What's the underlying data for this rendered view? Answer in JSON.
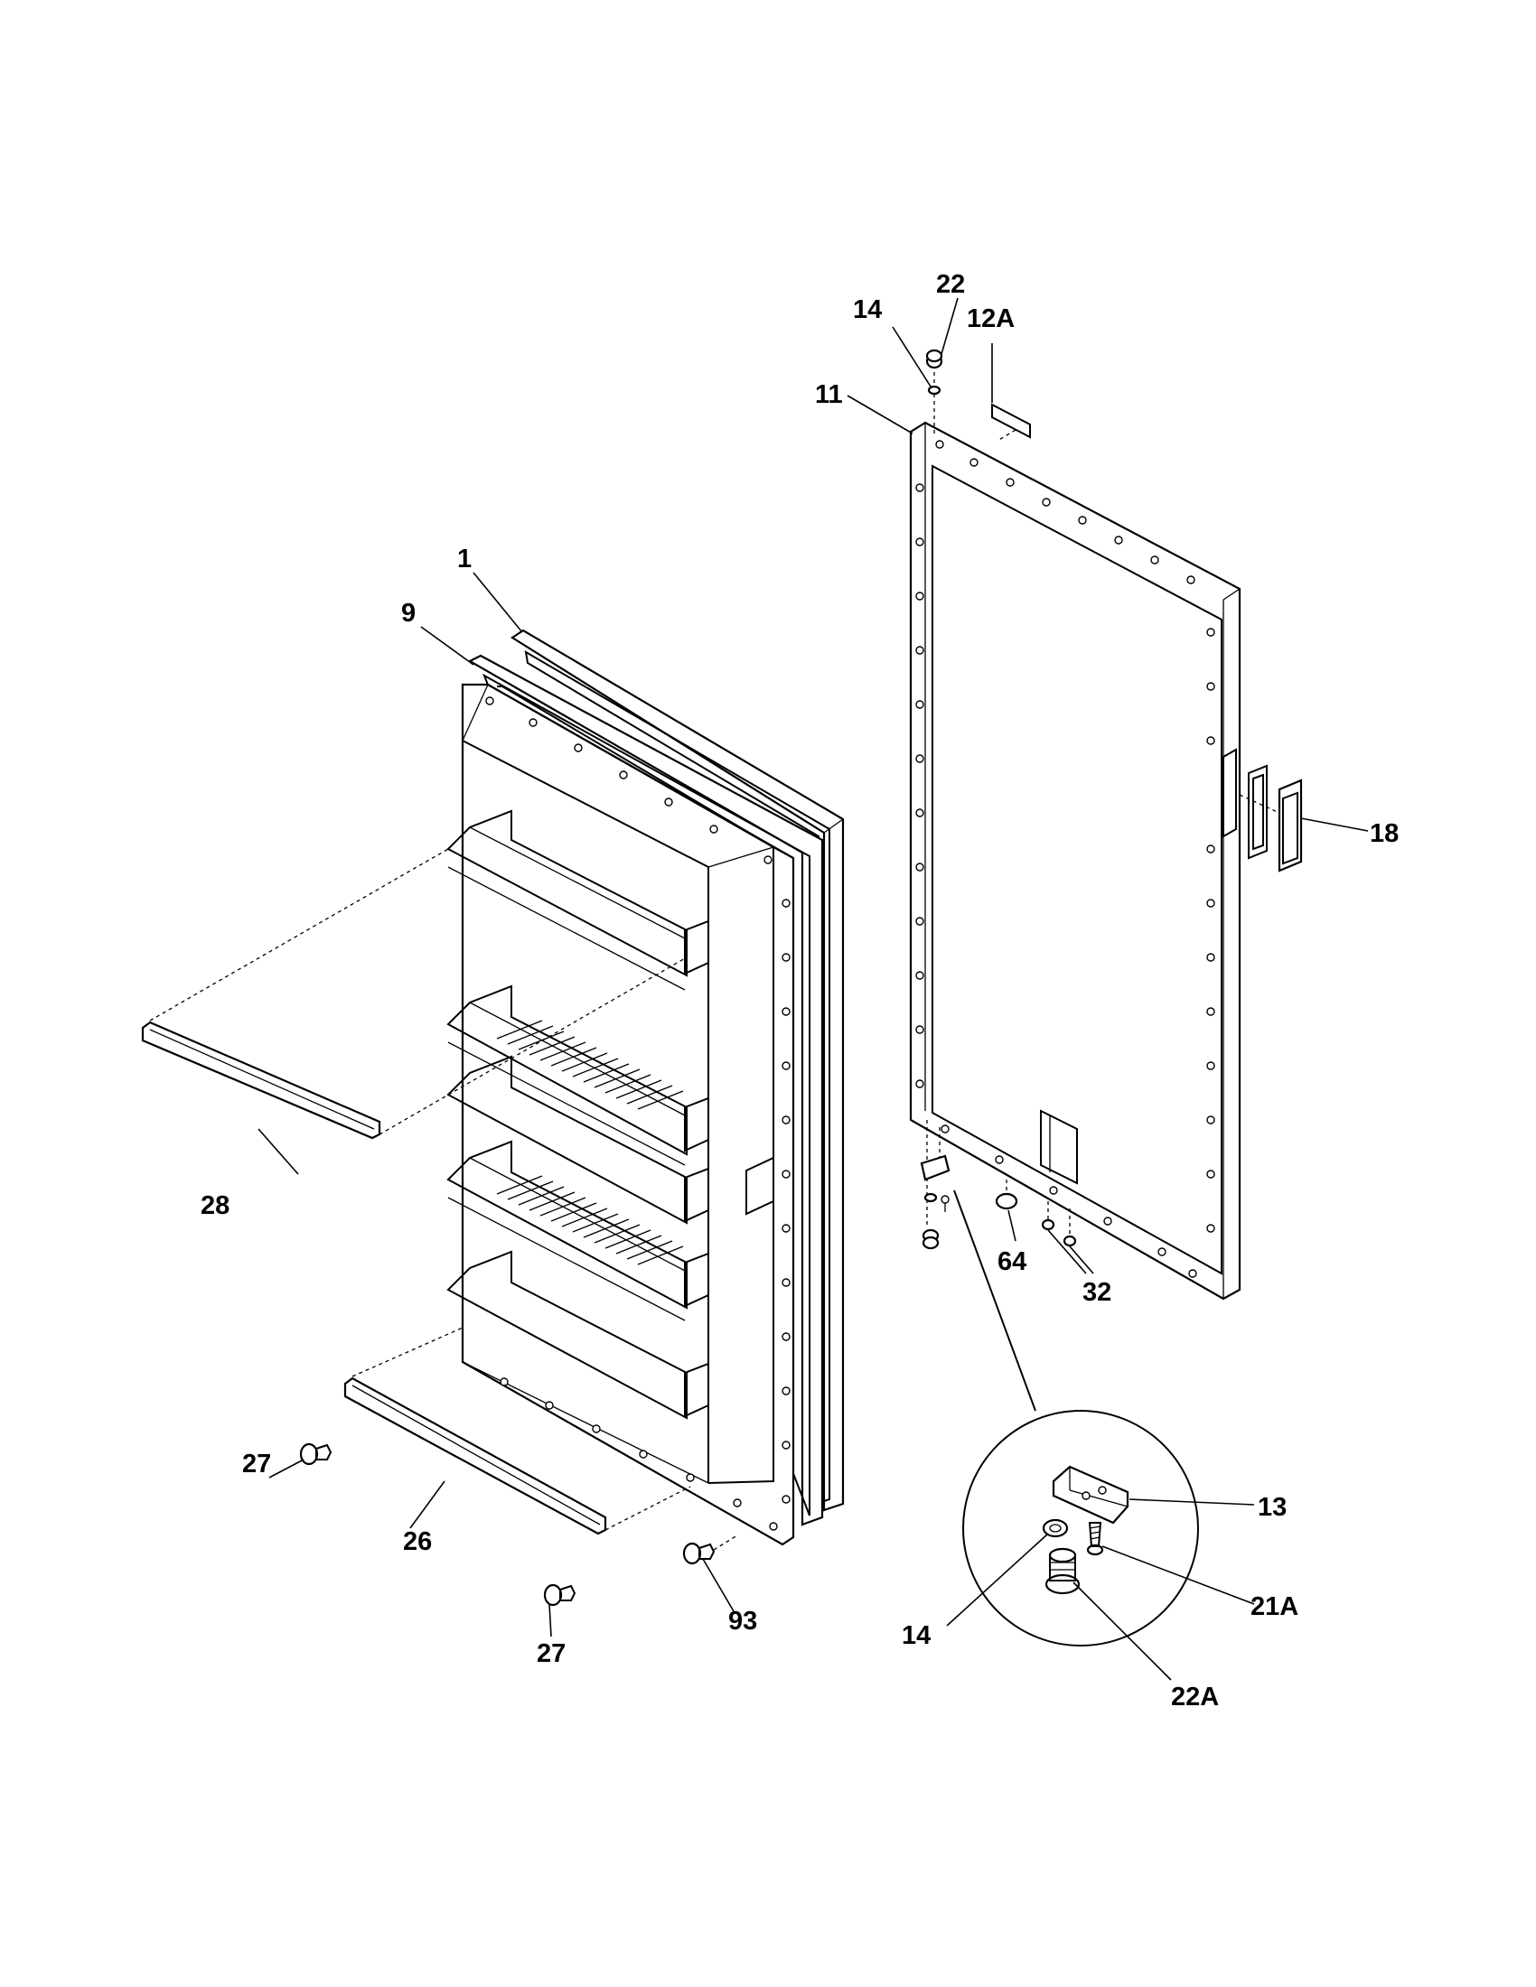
{
  "labels": {
    "p1": "1",
    "p9": "9",
    "p11": "11",
    "p12a": "12A",
    "p13": "13",
    "p14_top": "14",
    "p14_detail": "14",
    "p18": "18",
    "p21a": "21A",
    "p22_top": "22",
    "p22a": "22A",
    "p26": "26",
    "p27_upper": "27",
    "p27_lower": "27",
    "p28": "28",
    "p32": "32",
    "p64": "64",
    "p93": "93"
  }
}
